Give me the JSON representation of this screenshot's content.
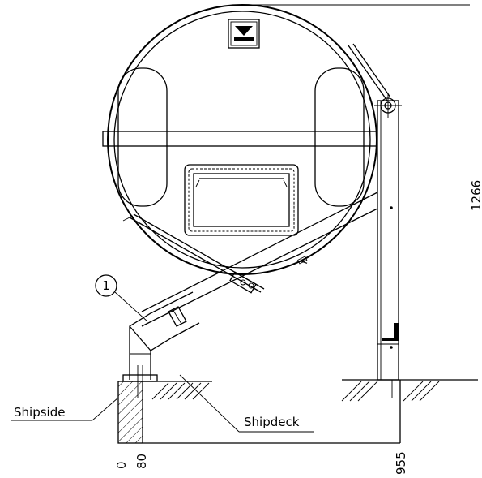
{
  "labels": {
    "shipside": "Shipside",
    "shipdeck": "Shipdeck",
    "item_number": "1"
  },
  "dimensions": {
    "dim_0": "0",
    "dim_80": "80",
    "dim_955": "955",
    "dim_height": "1266"
  },
  "colors": {
    "line": "#000000",
    "background": "#ffffff"
  }
}
